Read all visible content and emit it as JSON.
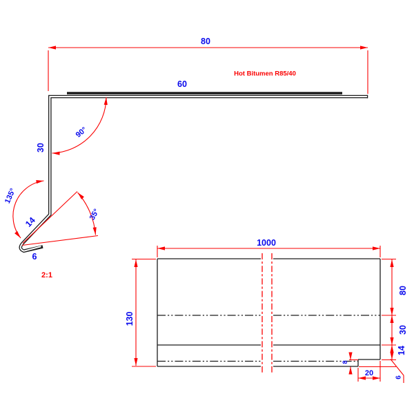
{
  "annotations": {
    "material_note": "Hot Bitumen R85/40",
    "scale_note": "2:1"
  },
  "profile_view": {
    "dim_top_flange": "80",
    "dim_bitumen_strip": "60",
    "dim_vertical_leg": "30",
    "dim_kick": "14",
    "dim_hem": "6",
    "angle_top_corner": "90°",
    "angle_kick_bend": "135°",
    "angle_hem_opening": "35°"
  },
  "flat_view": {
    "dim_length": "1000",
    "dim_girth": "130",
    "dim_segment_top": "80",
    "dim_segment_mid": "30",
    "dim_segment_kick": "14",
    "dim_hem": "6",
    "dim_notch_depth": "8",
    "dim_notch_width": "20"
  },
  "colors": {
    "dimension_red": "#fa0000",
    "label_blue": "#0909ec",
    "line_black": "#1b1b1b",
    "background": "#ffffff"
  }
}
